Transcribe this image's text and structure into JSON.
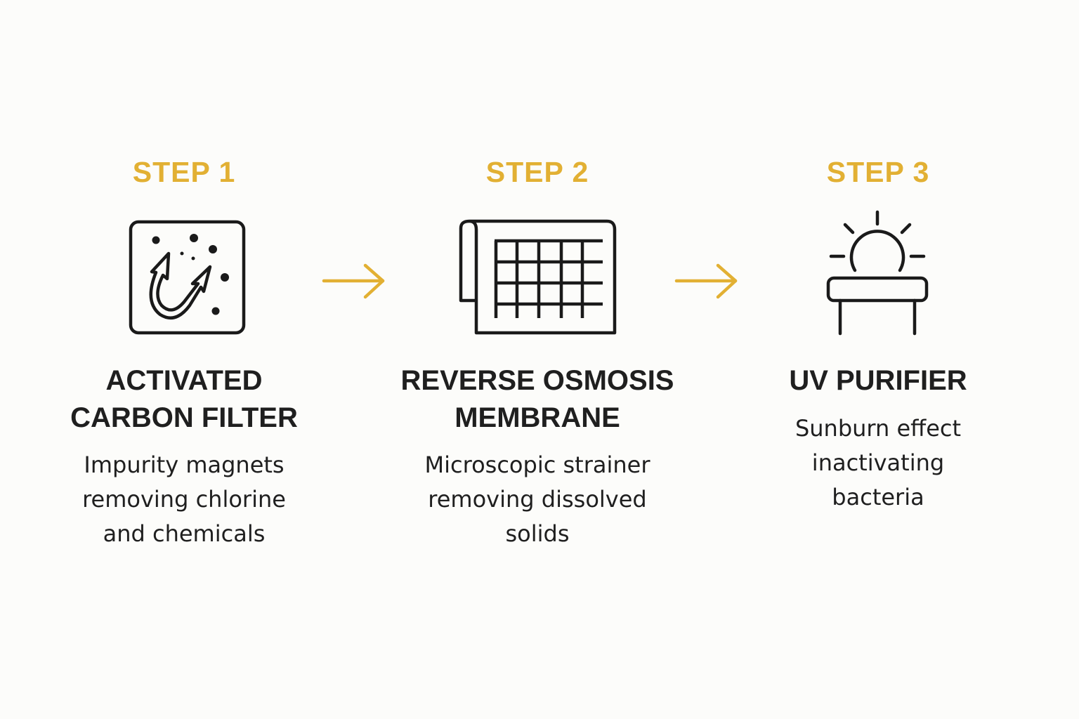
{
  "steps": [
    {
      "label": "STEP 1",
      "title_lines": [
        "ACTIVATED",
        "CARBON FILTER"
      ],
      "desc_lines": [
        "Impurity magnets",
        "removing chlorine",
        "and chemicals"
      ],
      "icon": "carbon-filter-icon"
    },
    {
      "label": "STEP 2",
      "title_lines": [
        "REVERSE OSMOSIS",
        "MEMBRANE"
      ],
      "desc_lines": [
        "Microscopic strainer",
        "removing dissolved",
        "solids"
      ],
      "icon": "membrane-grid-icon"
    },
    {
      "label": "STEP 3",
      "title_lines": [
        "UV PURIFIER"
      ],
      "desc_lines": [
        "Sunburn effect",
        "inactivating",
        "bacteria"
      ],
      "icon": "uv-lamp-icon"
    }
  ],
  "colors": {
    "accent": "#e2b033",
    "text": "#1f1f1f",
    "background": "#fcfcfa"
  }
}
